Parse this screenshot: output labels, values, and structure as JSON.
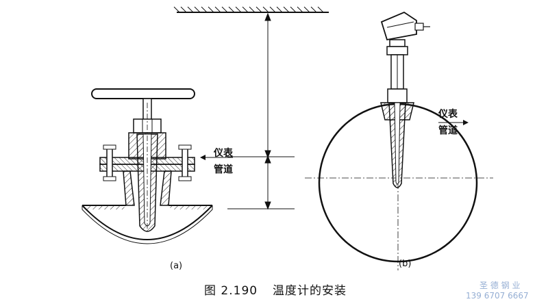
{
  "figure": {
    "caption_number": "图 2.190",
    "caption_title": "温度计的安装"
  },
  "panel_a": {
    "label": "(a)",
    "instrument_label": "仪表",
    "pipe_label": "管道"
  },
  "panel_b": {
    "label": "(b)",
    "instrument_label": "仪表",
    "pipe_label": "管道"
  },
  "watermark": {
    "line1": "圣 德 钢 业",
    "line2": "139 6707 6667"
  }
}
